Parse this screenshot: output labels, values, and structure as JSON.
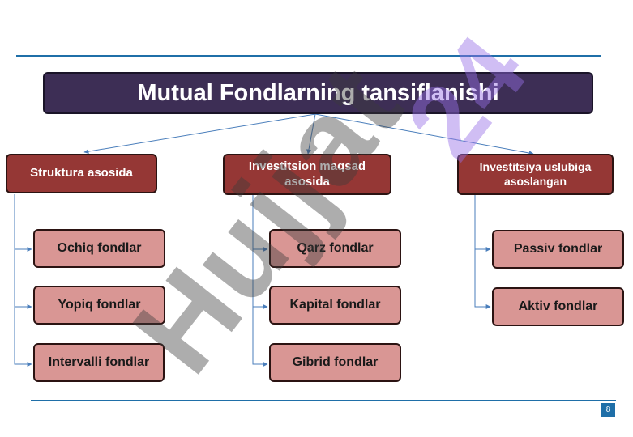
{
  "title": "Mutual Fondlarning tansiflanishi",
  "categories": [
    {
      "label": "Struktura asosida"
    },
    {
      "label": "Investitsion maqsad asosida"
    },
    {
      "label": "Investitsiya uslubiga asoslangan"
    }
  ],
  "subcategories": {
    "struktura": [
      "Ochiq fondlar",
      "Yopiq fondlar",
      "Intervalli fondlar"
    ],
    "maqsad": [
      "Qarz fondlar",
      "Kapital fondlar",
      "Gibrid fondlar"
    ],
    "uslub": [
      "Passiv fondlar",
      "Aktiv fondlar"
    ]
  },
  "watermark": {
    "text": "Hujjat",
    "accent_text": "24"
  },
  "page_number": "8",
  "colors": {
    "rule": "#1f6fa8",
    "title_bg": "#3d2e55",
    "category_bg": "#953735",
    "subcategory_bg": "#d99694",
    "connector": "#4a7ebb"
  }
}
